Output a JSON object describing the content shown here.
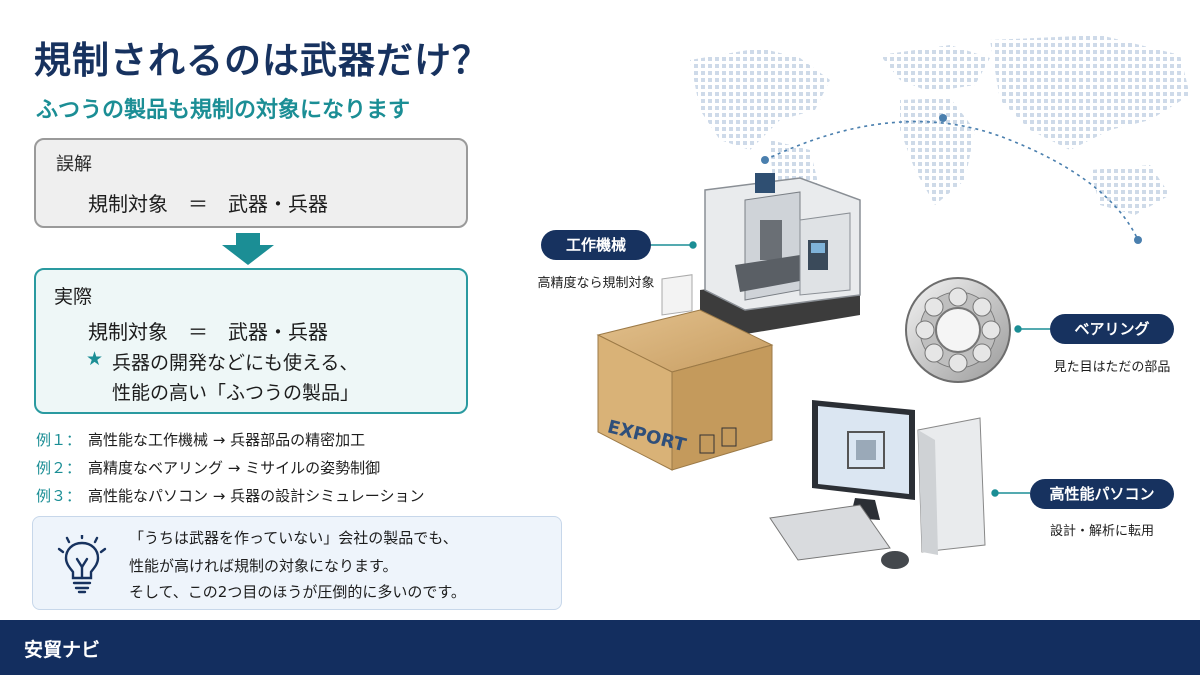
{
  "title": "規制されるのは武器だけ？",
  "subtitle": "ふつうの製品も規制の対象になります",
  "misconception": {
    "heading": "誤解",
    "equation": "規制対象　＝　武器・兵器"
  },
  "reality": {
    "heading": "実際",
    "equation": "規制対象　＝　武器・兵器",
    "star": "★",
    "line1": "兵器の開発などにも使える、",
    "line2": "性能の高い「ふつうの製品」"
  },
  "examples": [
    {
      "label": "例１：",
      "text": "高性能な工作機械 → 兵器部品の精密加工"
    },
    {
      "label": "例２：",
      "text": "高精度なベアリング → ミサイルの姿勢制御"
    },
    {
      "label": "例３：",
      "text": "高性能なパソコン → 兵器の設計シミュレーション"
    }
  ],
  "note": {
    "line1": "「うちは武器を作っていない」会社の製品でも、",
    "line2": "性能が高ければ規制の対象になります。",
    "line3": "そして、この2つ目のほうが圧倒的に多いのです。"
  },
  "illustration": {
    "box_label": "EXPORT",
    "machine_tool": {
      "label": "工作機械",
      "caption": "高精度なら規制対象"
    },
    "bearing": {
      "label": "ベアリング",
      "caption": "見た目はただの部品"
    },
    "pc": {
      "label": "高性能パソコン",
      "caption": "設計・解析に転用"
    }
  },
  "footer": {
    "brand": "安貿ナビ"
  },
  "colors": {
    "navy": "#17325f",
    "teal": "#1b8e95",
    "footer": "#132e5f"
  }
}
